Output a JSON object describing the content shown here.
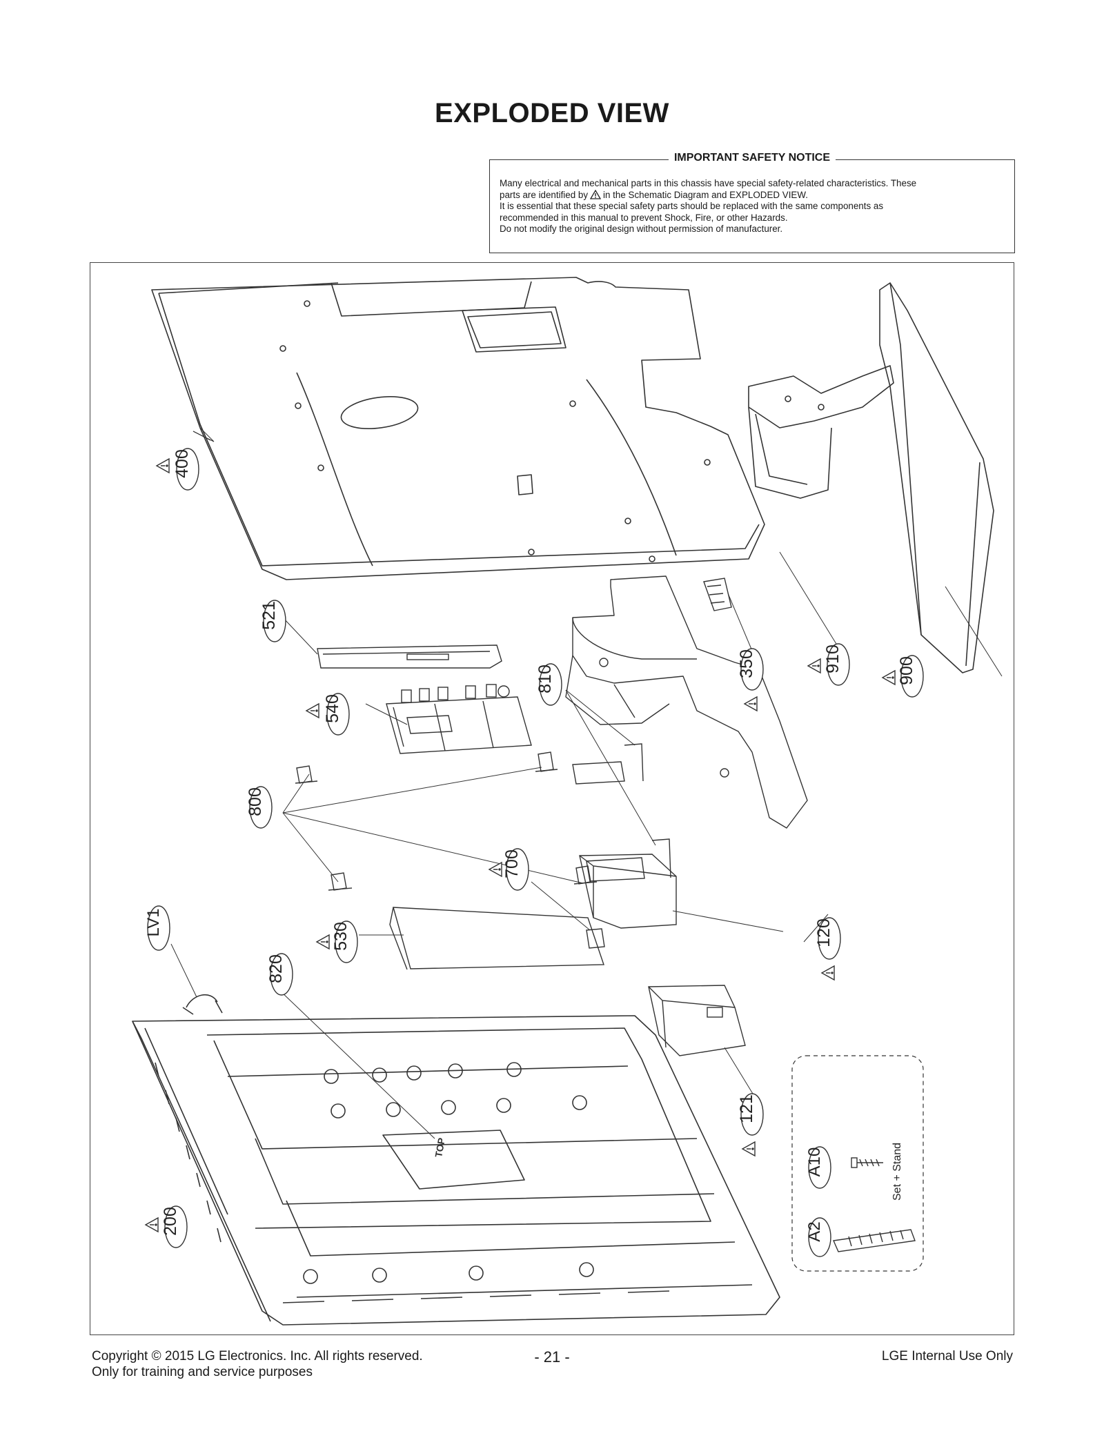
{
  "page_title": "EXPLODED VIEW",
  "notice": {
    "title": "IMPORTANT SAFETY NOTICE",
    "line1": "Many electrical and mechanical parts in this chassis have special safety-related characteristics. These",
    "line2_a": "parts are identified by",
    "line2_b": "in the Schematic Diagram and EXPLODED VIEW.",
    "line3": "It is essential that these special safety parts should be replaced with the same components as",
    "line4": "recommended in this manual to prevent Shock, Fire, or other Hazards.",
    "line5": "Do not modify the original design without permission of manufacturer."
  },
  "parts": {
    "p400": "400",
    "p910": "910",
    "p900": "900",
    "p521": "521",
    "p350": "350",
    "p540": "540",
    "p810": "810",
    "p800": "800",
    "p700": "700",
    "p530": "530",
    "p120": "120",
    "pLV1": "LV1",
    "p820": "820",
    "p121": "121",
    "p200": "200",
    "pA10": "A10",
    "pA2": "A2"
  },
  "accessory_note": "Set + Stand",
  "panel_text": {
    "top_label": "TOP"
  },
  "footer": {
    "copyright": "Copyright  © 2015 LG Electronics. Inc. All rights reserved.",
    "purpose": "Only for training and service purposes",
    "page_number": "- 21 -",
    "internal": "LGE Internal Use Only"
  }
}
